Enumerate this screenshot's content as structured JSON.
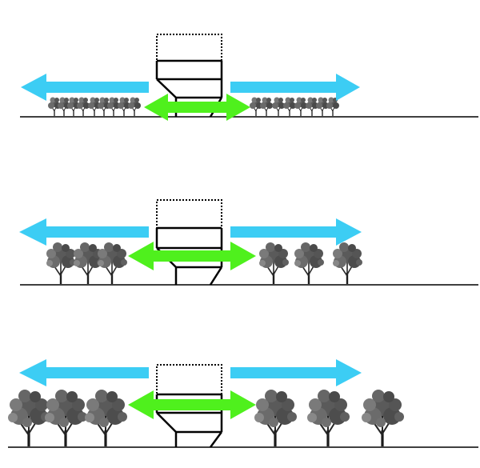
{
  "diagram": {
    "description_visible_text": "",
    "colors": {
      "background": "#ffffff",
      "ground_line": "#000000",
      "building_outline": "#000000",
      "outer_arrow": "#3ccdf4",
      "inner_arrow": "#4ff01d",
      "tree_foliage": "#5a5a5a",
      "tree_trunk": "#2a2a2a"
    },
    "stages": [
      {
        "id": "stage-small-trees",
        "tree_size": "small"
      },
      {
        "id": "stage-medium-trees",
        "tree_size": "medium"
      },
      {
        "id": "stage-large-trees",
        "tree_size": "large"
      }
    ]
  }
}
